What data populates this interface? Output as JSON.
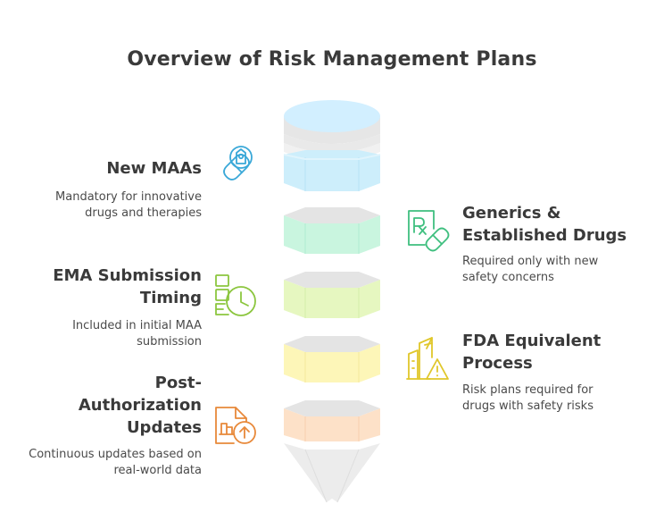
{
  "title": "Overview of Risk Management Plans",
  "items": [
    {
      "heading": "New MAAs",
      "description": "Mandatory for innovative drugs and therapies",
      "icon": "pill-hand-icon",
      "color": "#3aa8d8"
    },
    {
      "heading": "Generics & Established Drugs",
      "description": "Required only with new safety concerns",
      "icon": "prescription-icon",
      "color": "#3fbf7f"
    },
    {
      "heading": "EMA Submission Timing",
      "description": "Included in initial MAA submission",
      "icon": "document-clock-icon",
      "color": "#8cc63f"
    },
    {
      "heading": "FDA Equivalent Process",
      "description": "Risk plans required for drugs with safety risks",
      "icon": "building-warning-icon",
      "color": "#e0c72a"
    },
    {
      "heading": "Post-Authorization Updates",
      "description": "Continuous updates based on real-world data",
      "icon": "document-upload-icon",
      "color": "#e8893a"
    }
  ],
  "colors": {
    "blue": "#cdeefb",
    "green": "#c9f5df",
    "lime": "#e6f7c0",
    "yellow": "#fdf6b8",
    "orange": "#fde1c8",
    "grey": "#e6e6e6"
  }
}
